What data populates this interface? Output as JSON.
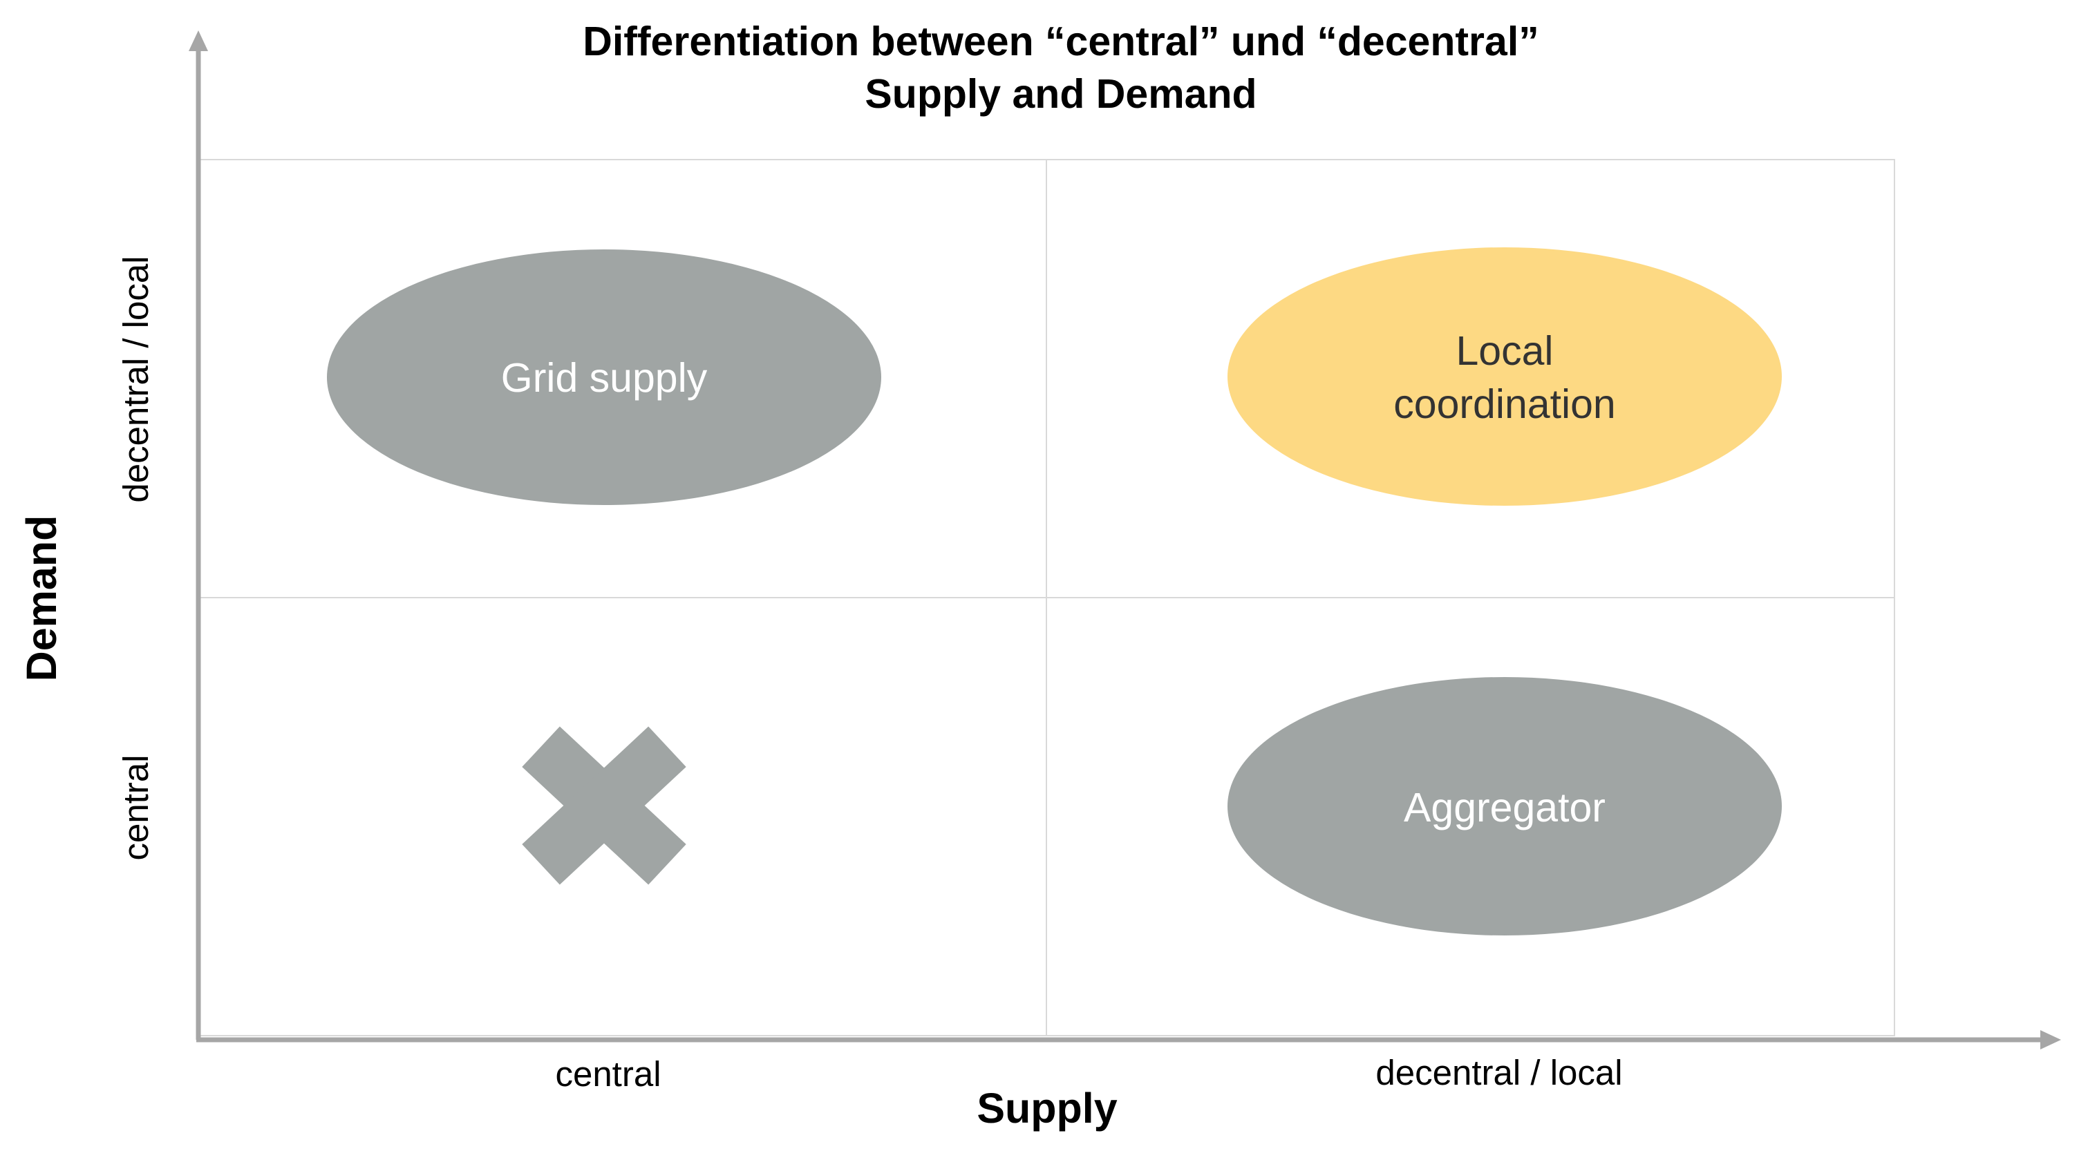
{
  "title": {
    "line1": "Differentiation between “central” und “decentral”",
    "line2": "Supply and Demand"
  },
  "axes": {
    "x": {
      "title": "Supply",
      "ticks": [
        "central",
        "decentral / local"
      ]
    },
    "y": {
      "title": "Demand",
      "ticks": [
        "central",
        "decentral / local"
      ]
    }
  },
  "quadrants": {
    "top_left": {
      "label": "Grid supply",
      "fill": "#a0a5a4",
      "text_color": "#ffffff"
    },
    "top_right": {
      "label_line1": "Local",
      "label_line2": "coordination",
      "fill": "#fdd983",
      "text_color": "#333333"
    },
    "bottom_left": {
      "marker": "x-mark-icon",
      "fill": "#a0a5a4"
    },
    "bottom_right": {
      "label": "Aggregator",
      "fill": "#a0a5a4",
      "text_color": "#ffffff"
    }
  },
  "colors": {
    "axis": "#a6a6a6",
    "grid": "#d9d9d9"
  }
}
